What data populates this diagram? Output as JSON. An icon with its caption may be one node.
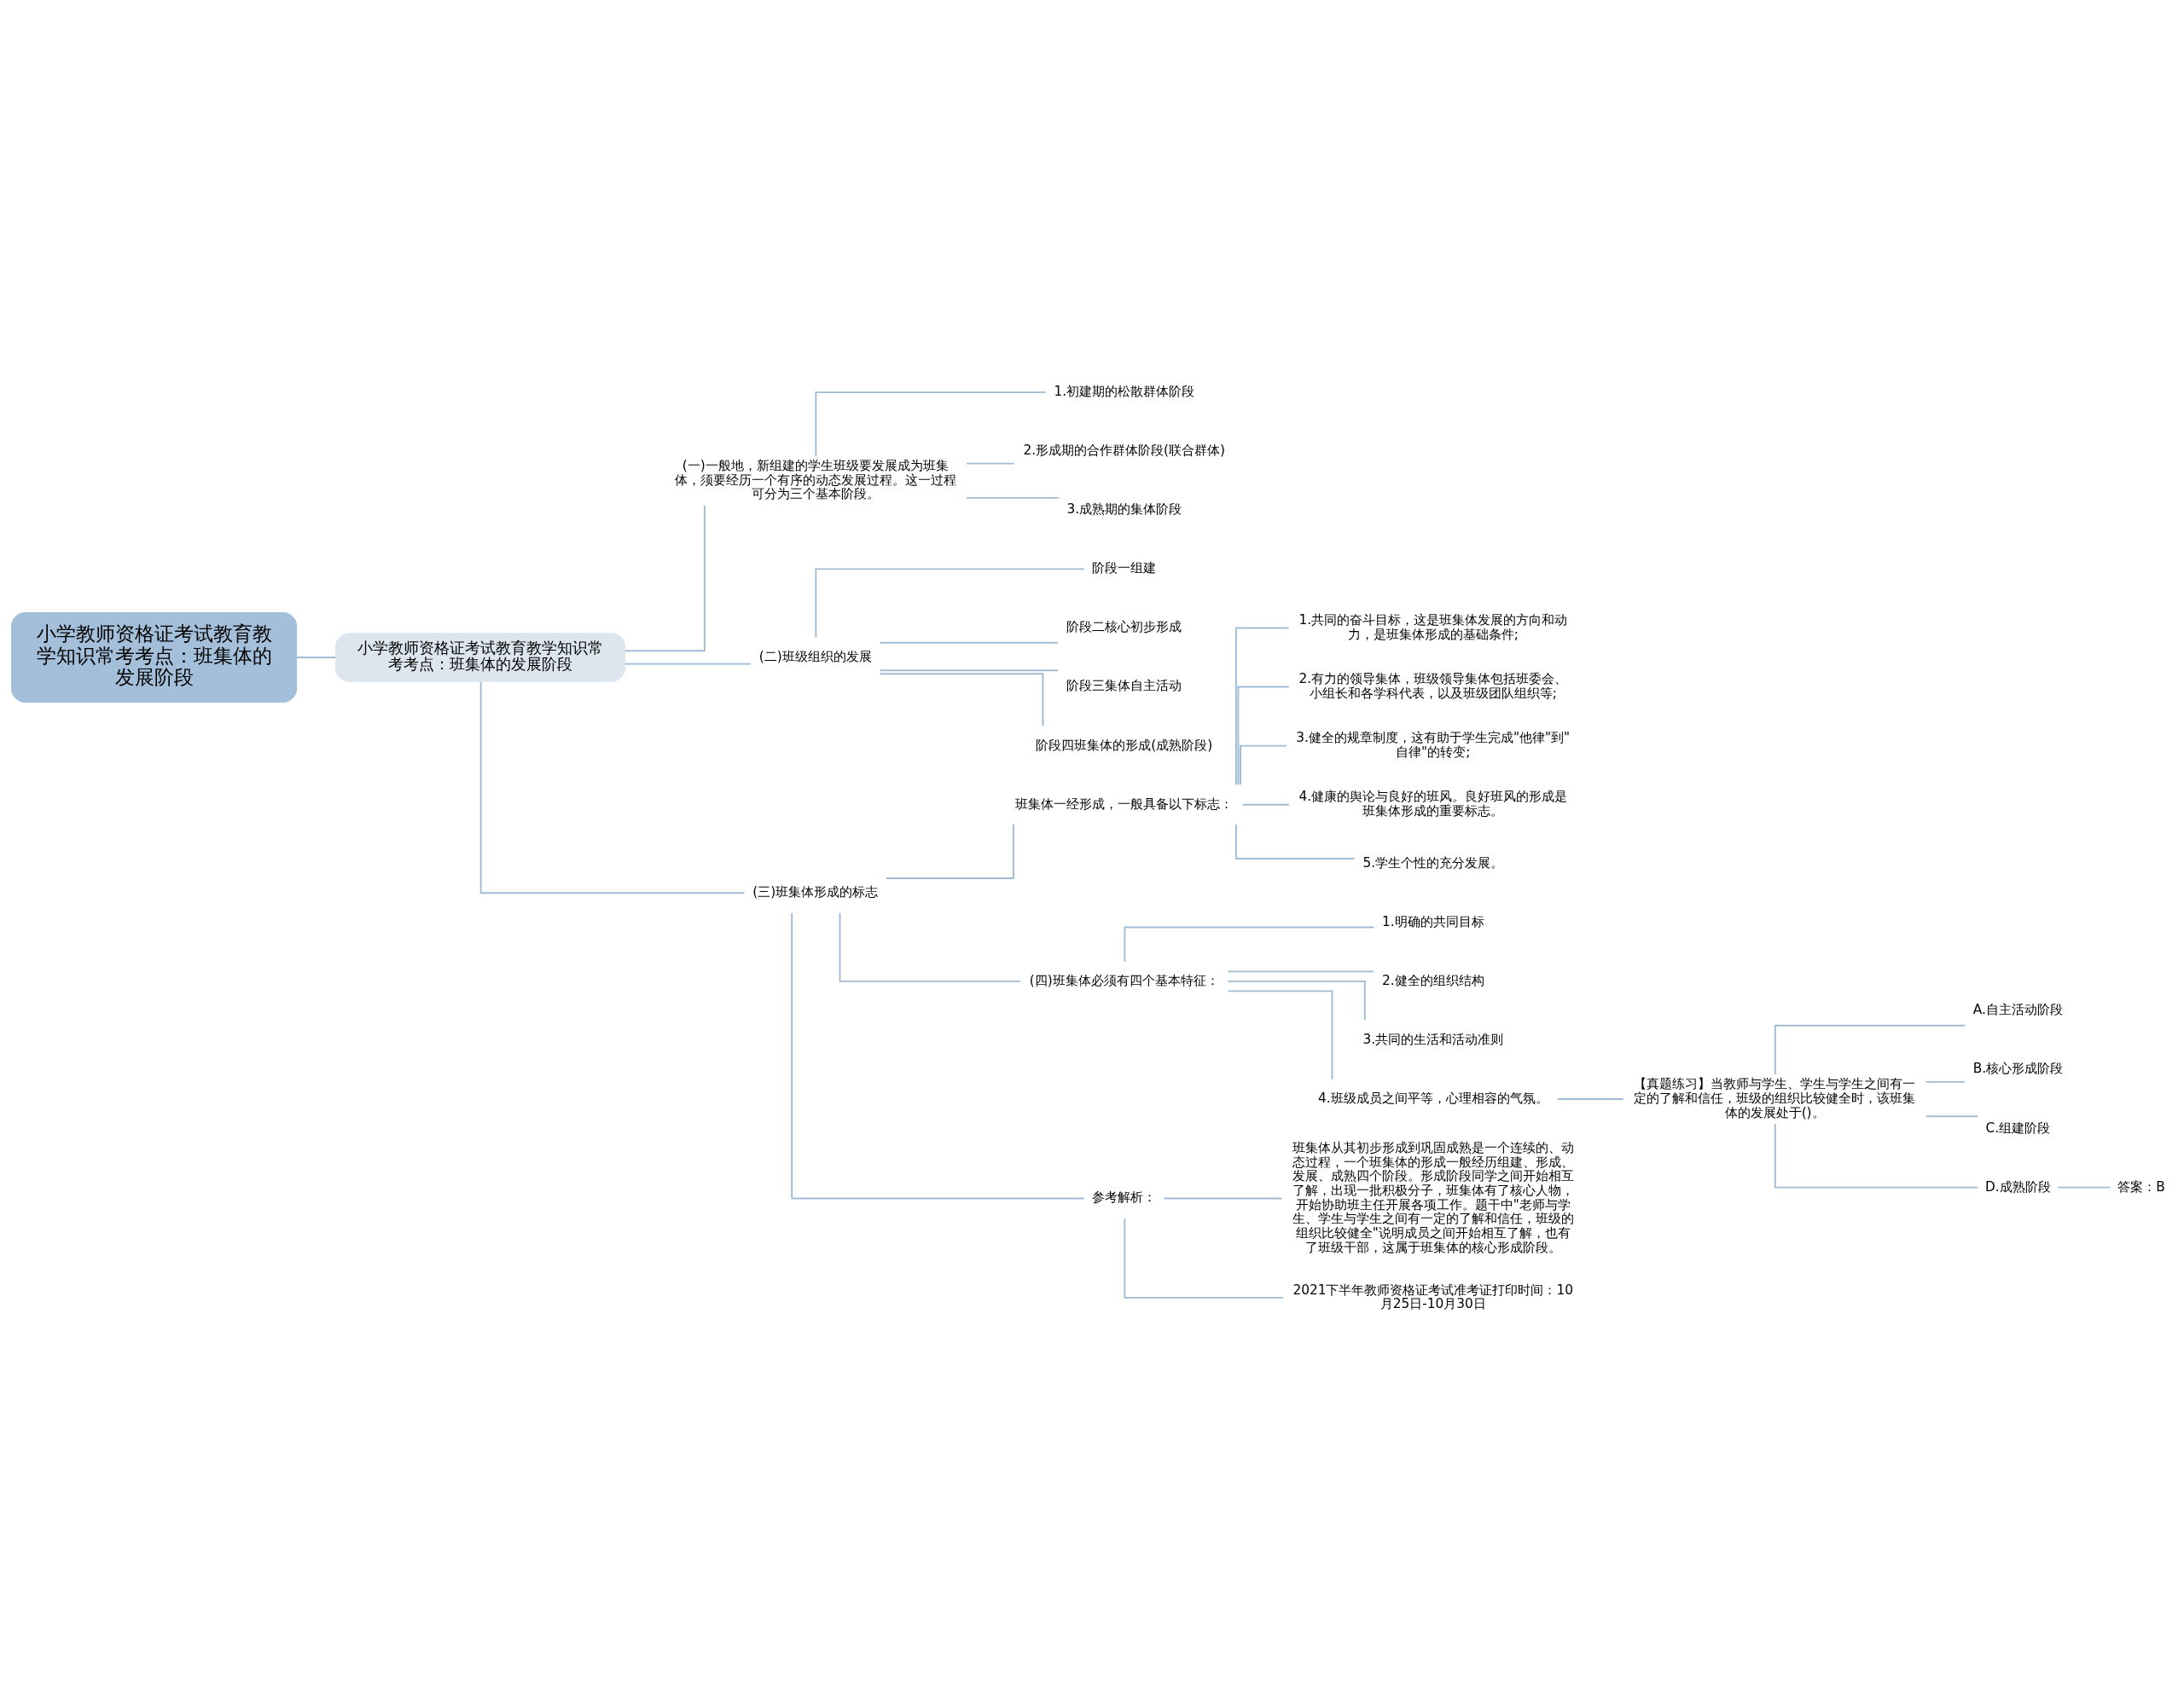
{
  "diagram": {
    "nodes": [
      {
        "text": [
          "小学教师资格证考试教育教学知识常考考点：班集体的发展阶段"
        ]
      },
      {
        "text": [
          "小学教师资格证考试教育教学知识常考考点：班集体的发展阶段"
        ]
      },
      {
        "text": [
          "(一)一般地，新组建的学生班级要发展成为班集体，须要经历一个有序的动态发展过程。这一过程可分为三个基本阶段。"
        ]
      },
      {
        "text": [
          "1.初建期的松散群体阶段"
        ]
      },
      {
        "text": [
          "2.形成期的合作群体阶段(联合群体)"
        ]
      },
      {
        "text": [
          "3.成熟期的集体阶段"
        ]
      },
      {
        "text": [
          "(二)班级组织的发展"
        ]
      },
      {
        "text": [
          "阶段一组建"
        ]
      },
      {
        "text": [
          "阶段二核心初步形成"
        ]
      },
      {
        "text": [
          "阶段三集体自主活动"
        ]
      },
      {
        "text": [
          "阶段四班集体的形成(成熟阶段)"
        ]
      },
      {
        "text": [
          "(三)班集体形成的标志"
        ]
      },
      {
        "text": [
          "班集体一经形成，一般具备以下标志："
        ]
      },
      {
        "text": [
          "1.共同的奋斗目标，这是班集体发展的方向和动力，是班集体形成的基础条件;"
        ]
      },
      {
        "text": [
          "2.有力的领导集体，班级领导集体包括班委会、小组长和各学科代表，以及班级团队组织等;"
        ]
      },
      {
        "text": [
          "3.健全的规章制度，这有助于学生完成\"他律\"到\"自律\"的转变;"
        ]
      },
      {
        "text": [
          "4.健康的舆论与良好的班风。良好班风的形成是班集体形成的重要标志。"
        ]
      },
      {
        "text": [
          "5.学生个性的充分发展。"
        ]
      },
      {
        "text": [
          "(四)班集体必须有四个基本特征："
        ]
      },
      {
        "text": [
          "1.明确的共同目标"
        ]
      },
      {
        "text": [
          "2.健全的组织结构"
        ]
      },
      {
        "text": [
          "3.共同的生活和活动准则"
        ]
      },
      {
        "text": [
          "4.班级成员之间平等，心理相容的气氛。"
        ]
      },
      {
        "text": [
          "【真题练习】当教师与学生、学生与学生之间有一定的了解和信任，班级的组织比较健全时，该班集体的发展处于()。"
        ]
      },
      {
        "text": [
          "A.自主活动阶段"
        ]
      },
      {
        "text": [
          "B.核心形成阶段"
        ]
      },
      {
        "text": [
          "C.组建阶段"
        ]
      },
      {
        "text": [
          "D.成熟阶段"
        ]
      },
      {
        "text": [
          "答案：B"
        ]
      },
      {
        "text": [
          "参考解析："
        ]
      },
      {
        "text": [
          "班集体从其初步形成到巩固成熟是一个连续的、动态过程，一个班集体的形成一般经历组建、形成、发展、成熟四个阶段。形成阶段同学之间开始相互了解，出现一批积极分子，班集体有了核心人物，开始协助班主任开展各项工作。题干中\"老师与学生、学生与学生之间有一定的了解和信任，班级的组织比较健全\"说明成员之间开始相互了解，也有了班级干部，这属于班集体的核心形成阶段。"
        ]
      },
      {
        "text": [
          "2021下半年教师资格证考试准考证打印时间：10月25日-10月30日"
        ]
      }
    ],
    "edges": [
      {
        "from": 0,
        "to": 1,
        "arrow": "none"
      },
      {
        "from": 1,
        "to": 2,
        "arrow": "none"
      },
      {
        "from": 2,
        "to": 3,
        "arrow": "none"
      },
      {
        "from": 2,
        "to": 4,
        "arrow": "none"
      },
      {
        "from": 2,
        "to": 5,
        "arrow": "none"
      },
      {
        "from": 1,
        "to": 6,
        "arrow": "none"
      },
      {
        "from": 6,
        "to": 7,
        "arrow": "none"
      },
      {
        "from": 6,
        "to": 8,
        "arrow": "none"
      },
      {
        "from": 6,
        "to": 9,
        "arrow": "none"
      },
      {
        "from": 6,
        "to": 10,
        "arrow": "none"
      },
      {
        "from": 1,
        "to": 11,
        "arrow": "none"
      },
      {
        "from": 11,
        "to": 12,
        "arrow": "none"
      },
      {
        "from": 12,
        "to": 13,
        "arrow": "none"
      },
      {
        "from": 12,
        "to": 14,
        "arrow": "none"
      },
      {
        "from": 12,
        "to": 15,
        "arrow": "none"
      },
      {
        "from": 12,
        "to": 16,
        "arrow": "none"
      },
      {
        "from": 12,
        "to": 17,
        "arrow": "none"
      },
      {
        "from": 11,
        "to": 18,
        "arrow": "none"
      },
      {
        "from": 18,
        "to": 19,
        "arrow": "none"
      },
      {
        "from": 18,
        "to": 20,
        "arrow": "none"
      },
      {
        "from": 18,
        "to": 21,
        "arrow": "none"
      },
      {
        "from": 18,
        "to": 22,
        "arrow": "none"
      },
      {
        "from": 22,
        "to": 23,
        "arrow": "none"
      },
      {
        "from": 23,
        "to": 24,
        "arrow": "none"
      },
      {
        "from": 23,
        "to": 25,
        "arrow": "none"
      },
      {
        "from": 23,
        "to": 26,
        "arrow": "none"
      },
      {
        "from": 23,
        "to": 27,
        "arrow": "none"
      },
      {
        "from": 27,
        "to": 28,
        "arrow": "none"
      },
      {
        "from": 11,
        "to": 29,
        "arrow": "none"
      },
      {
        "from": 29,
        "to": 30,
        "arrow": "none"
      },
      {
        "from": 29,
        "to": 31,
        "arrow": "none"
      }
    ]
  }
}
